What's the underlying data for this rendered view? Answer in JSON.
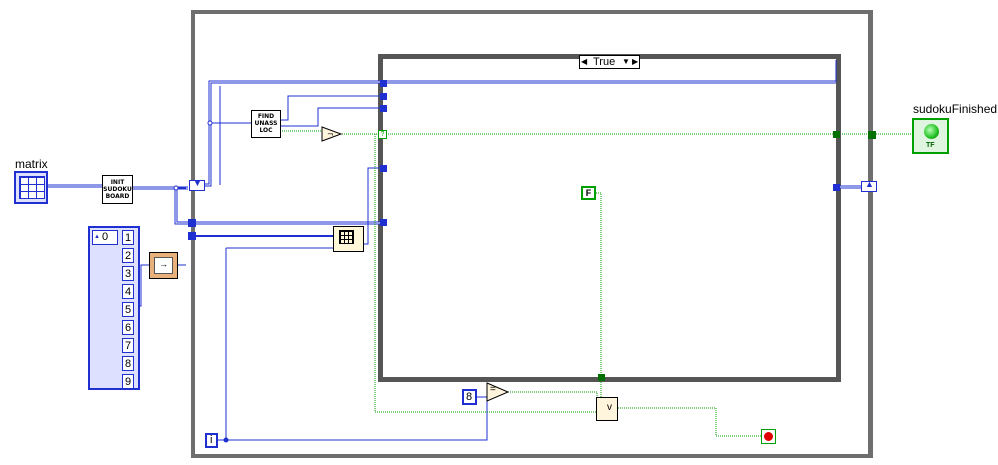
{
  "labels": {
    "matrix": "matrix",
    "sudoku_finished": "sudokuFinished"
  },
  "case_structure": {
    "selector_value": "True"
  },
  "subvis": {
    "init_board": [
      "INIT",
      "SUDOKU",
      "BOARD"
    ],
    "find_unassigned": [
      "FIND",
      "UNASS",
      "LOC"
    ]
  },
  "constants": {
    "array_index": "0",
    "array_values": [
      "1",
      "2",
      "3",
      "4",
      "5",
      "6",
      "7",
      "8",
      "9"
    ],
    "false_const": "F",
    "compare_value": "8",
    "iteration_terminal": "i",
    "equals_symbol": "=",
    "or_symbol": "v",
    "indicator_type": "TF"
  },
  "colors": {
    "wire_blue": "#1f2fd0",
    "wire_green": "#00a000",
    "loop_border": "#6e6e6e"
  }
}
